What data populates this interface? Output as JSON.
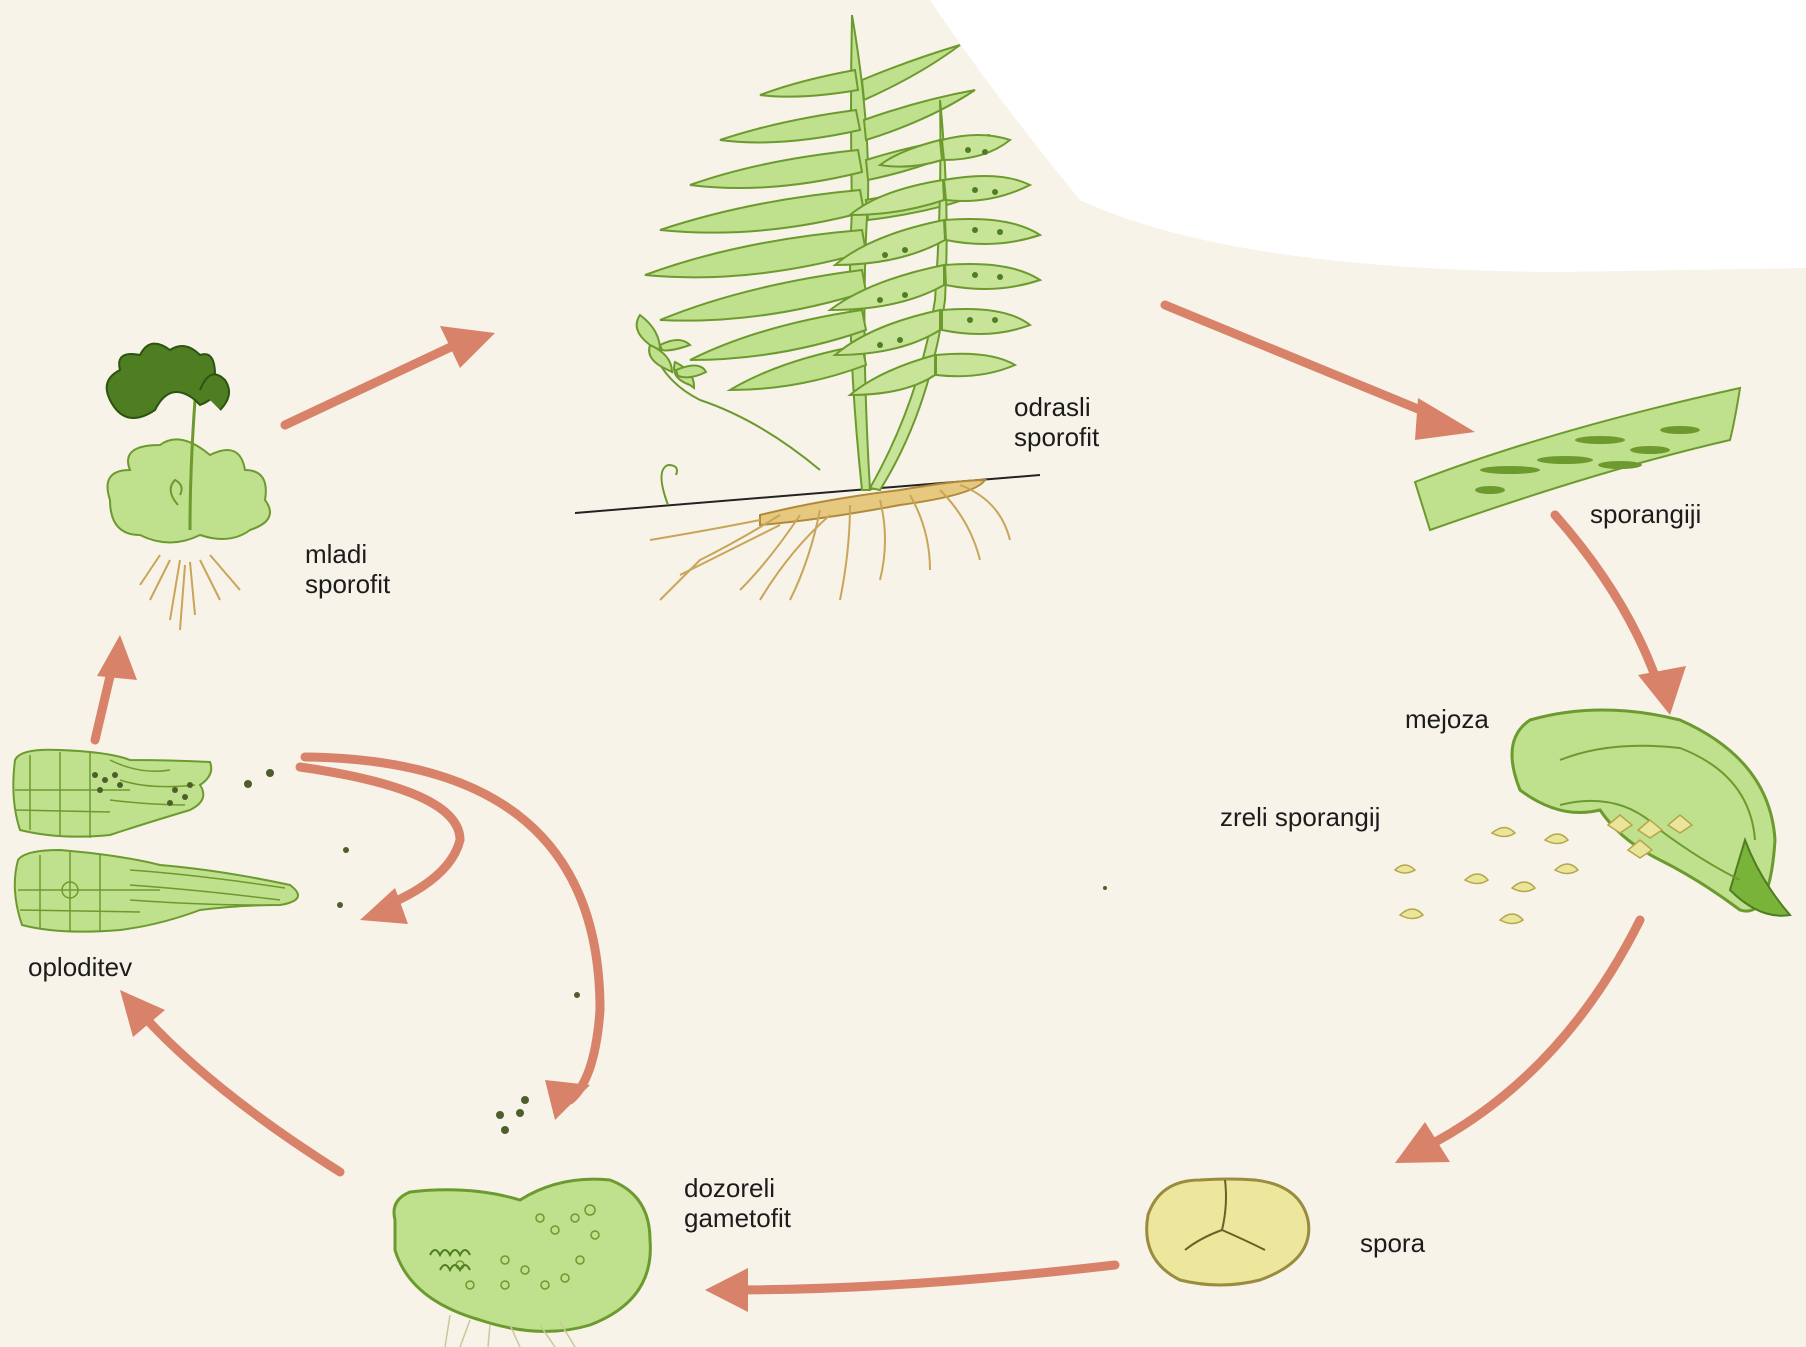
{
  "colors": {
    "background": "#f7f3e8",
    "arrow": "#d9826a",
    "leaf_fill": "#bfe08c",
    "leaf_stroke": "#6d9a2e",
    "spore_fill": "#e9e69a",
    "root": "#c9a55a",
    "dark_leaf": "#4e7d22"
  },
  "labels": {
    "adult_sporophyte": [
      "odrasli",
      "sporofit"
    ],
    "young_sporophyte": [
      "mladi",
      "sporofit"
    ],
    "sporangia": "sporangiji",
    "meiosis": "mejoza",
    "mature_sporangium": "zreli sporangij",
    "spore": "spora",
    "mature_gametophyte": [
      "dozoreli",
      "gametofit"
    ],
    "fertilization": "oploditev"
  },
  "icons": [
    "fern-plant-icon",
    "young-sporophyte-icon",
    "sporangia-leaf-icon",
    "sporangium-icon",
    "spore-icon",
    "gametophyte-icon",
    "archegonium-icon",
    "antheridium-icon"
  ]
}
